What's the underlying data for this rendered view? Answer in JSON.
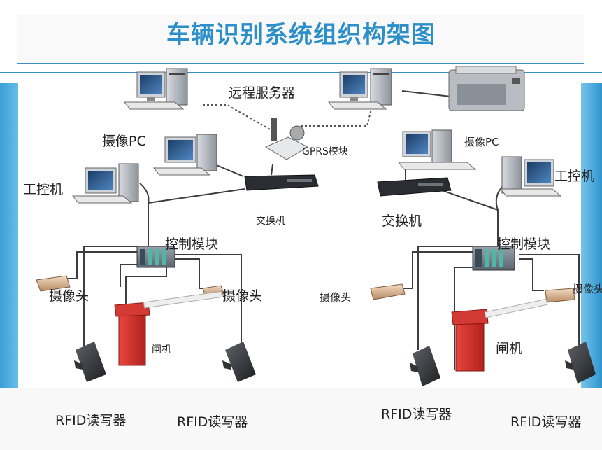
{
  "title": "车辆识别系统组织构架图",
  "labels": {
    "remote_server": "远程服务器",
    "camera_pc_left": "摄像PC",
    "camera_pc_right": "摄像PC",
    "gprs": "GPRS模块",
    "ipc_left": "工控机",
    "ipc_right": "工控机",
    "switch_left": "交换机",
    "switch_right": "交换机",
    "control_left": "控制模块",
    "control_right": "控制模块",
    "camera_l1": "摄像头",
    "camera_l2": "摄像头",
    "camera_r1": "摄像头",
    "camera_r2": "摄像头",
    "gate_left": "闸机",
    "gate_right": "闸机",
    "rfid_1": "RFID读写器",
    "rfid_2": "RFID读写器",
    "rfid_3": "RFID读写器",
    "rfid_4": "RFID读写器"
  },
  "nav": {
    "prev": "‹",
    "next": "›"
  }
}
